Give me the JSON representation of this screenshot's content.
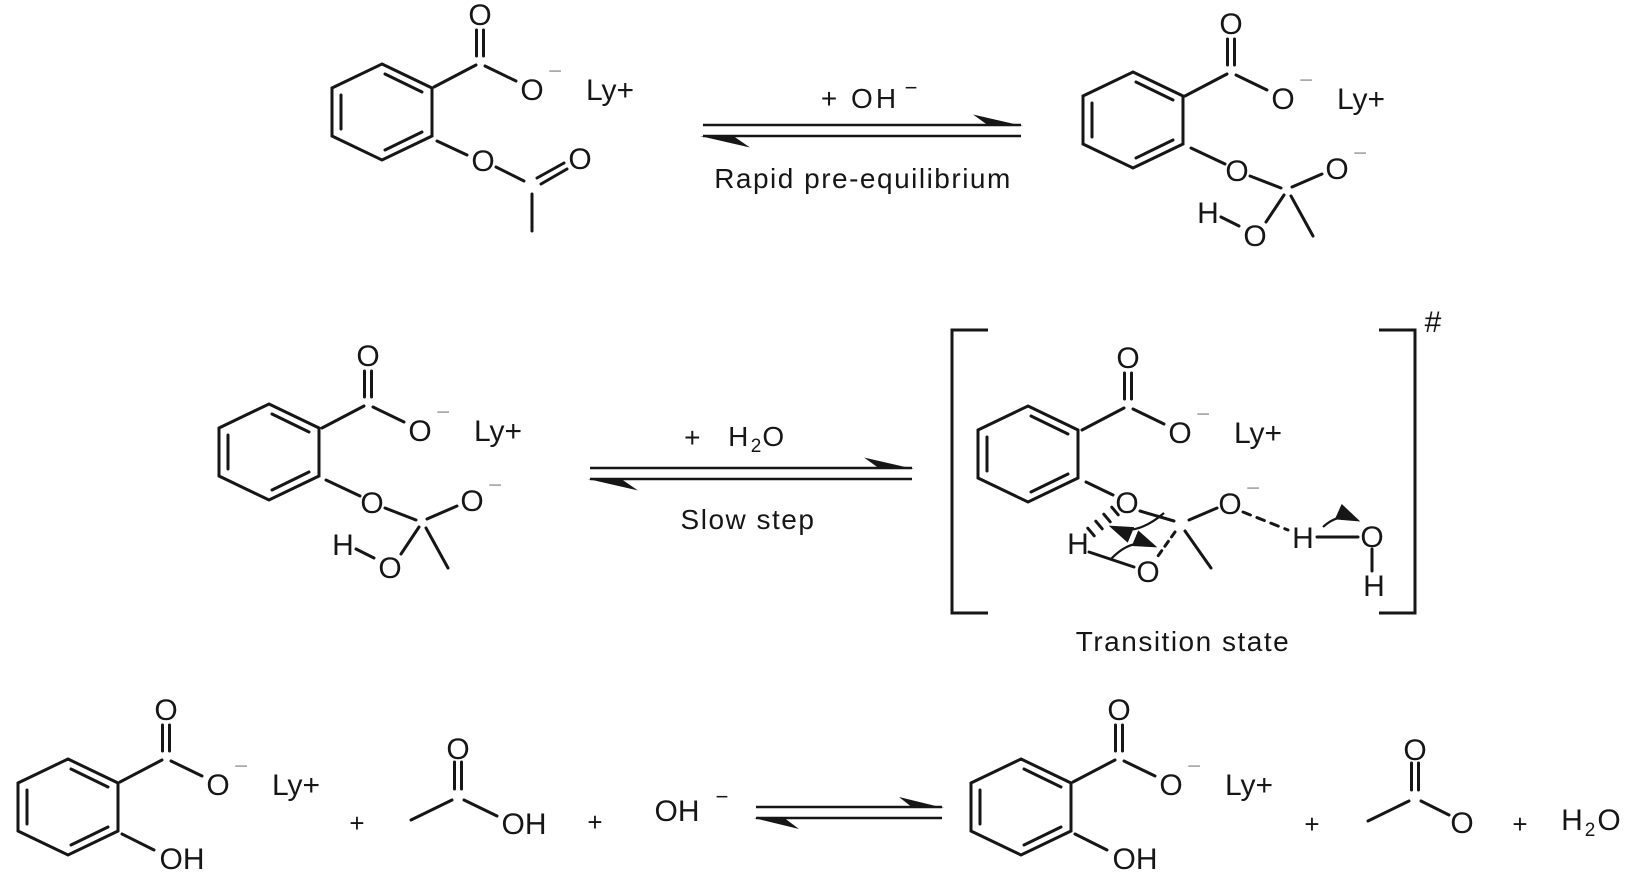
{
  "figure_type": "reaction-mechanism-scheme",
  "colors": {
    "ink": "#161616",
    "charge_minus_grey": "#a8a8a8",
    "background": "#ffffff"
  },
  "labels": {
    "oxygen": "O",
    "hydrogen": "H",
    "hydroxyl": "OH",
    "counterion": "Ly+",
    "charge_minus": "−",
    "plus": "+",
    "subscript_two": "2",
    "double_dagger": "#"
  },
  "step1": {
    "reagent_above_arrow": "+ OH",
    "reagent_charge": "−",
    "caption": "Rapid pre-equilibrium"
  },
  "step2": {
    "reagent_plus": "+",
    "caption": "Slow step"
  },
  "transition_state": {
    "caption": "Transition state"
  }
}
